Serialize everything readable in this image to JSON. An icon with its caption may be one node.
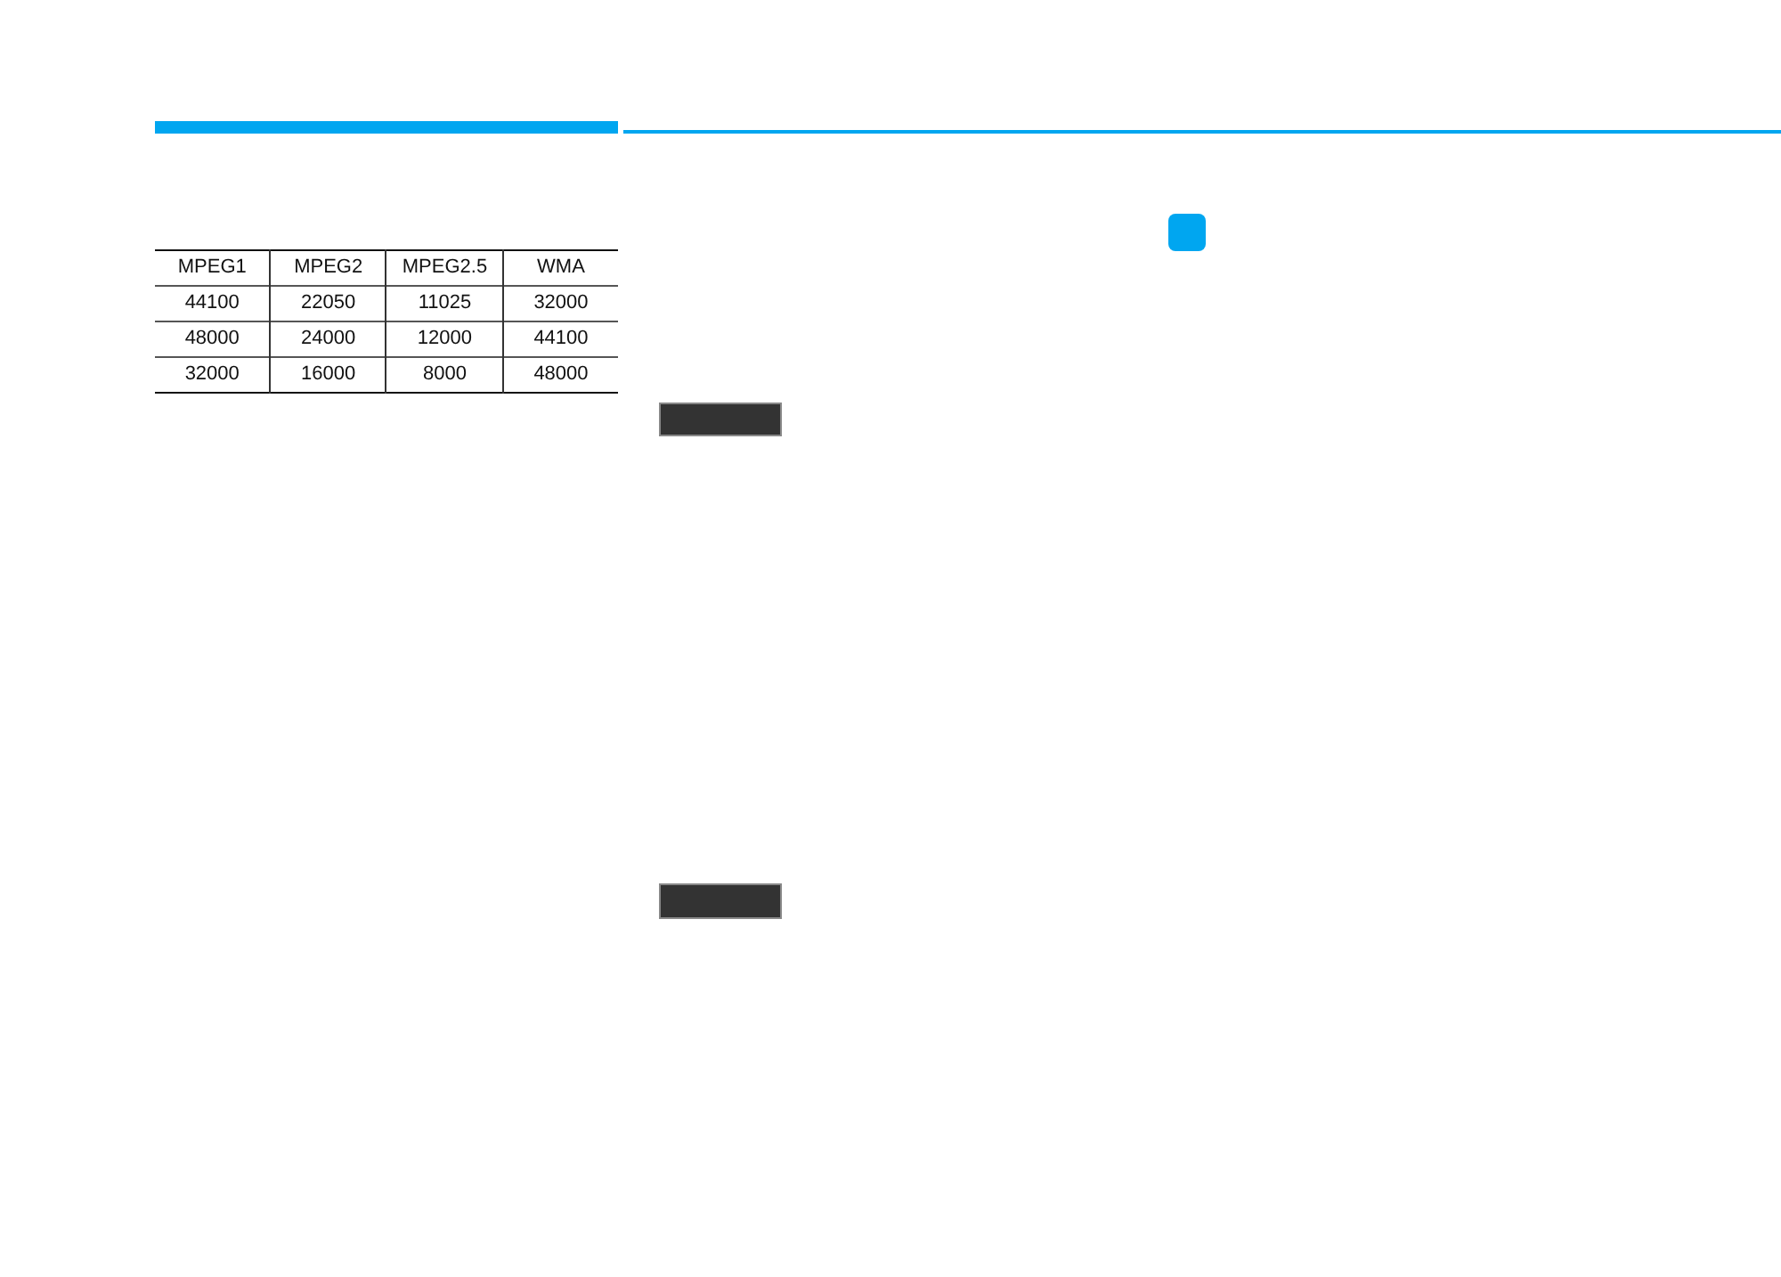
{
  "diagram": {
    "labels": [
      "MPEG1",
      "MPEG2",
      "MPEG2.5",
      "WMA",
      "44100",
      "22050",
      "11025",
      "32000",
      "48000",
      "24000",
      "12000",
      "44100",
      "32000",
      "16000",
      "8000",
      "48000"
    ]
  }
}
